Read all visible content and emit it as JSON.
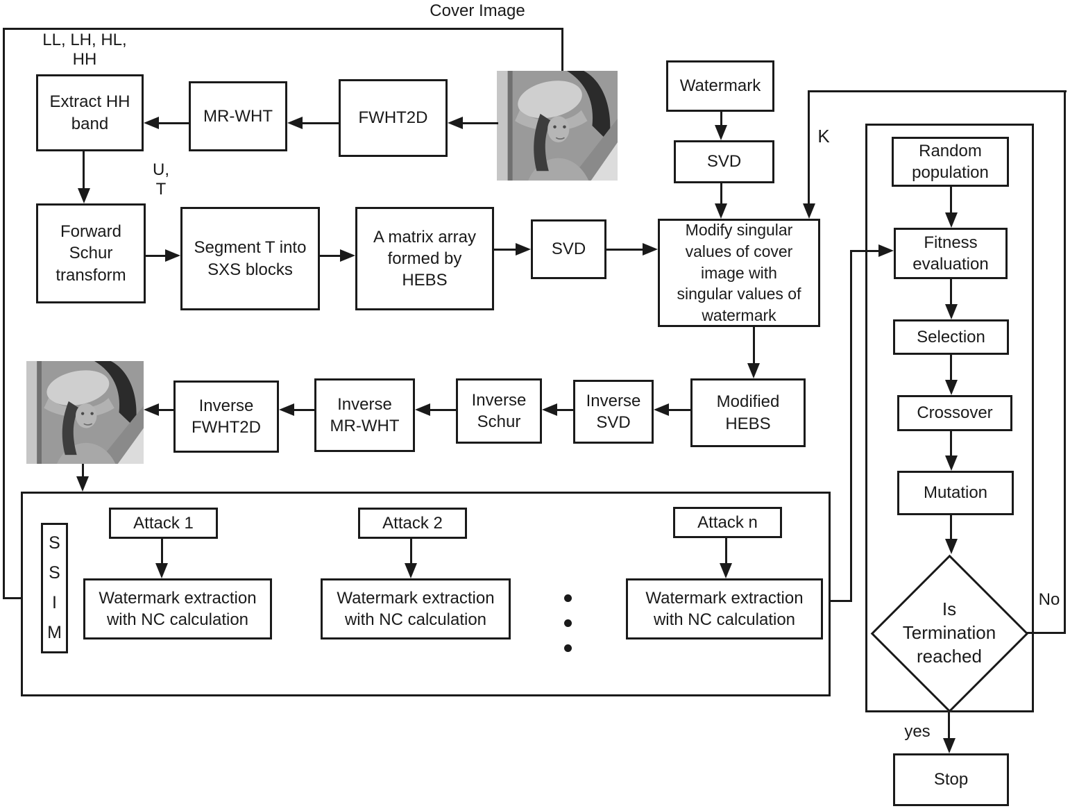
{
  "diagram": {
    "top_labels": {
      "cover_image": "Cover Image",
      "subbands": "LL, LH, HL,\nHH",
      "ut": "U,\nT",
      "k": "K"
    },
    "embedding": {
      "extract_hh": "Extract HH\nband",
      "mr_wht": "MR-WHT",
      "fwht2d": "FWHT2D",
      "watermark": "Watermark",
      "svd_watermark": "SVD",
      "forward_schur": "Forward\nSchur\ntransform",
      "segment_t": "Segment T into\nSXS blocks",
      "matrix_hebs": "A matrix array\nformed by\nHEBS",
      "svd_cover": "SVD",
      "modify": "Modify singular\nvalues of cover\nimage with\nsingular values of\nwatermark"
    },
    "reconstruction": {
      "inverse_fwht2d": "Inverse\nFWHT2D",
      "inverse_mr_wht": "Inverse\nMR-WHT",
      "inverse_schur": "Inverse\nSchur",
      "inverse_svd": "Inverse\nSVD",
      "modified_hebs": "Modified\nHEBS"
    },
    "evaluation": {
      "ssim_letters": [
        "S",
        "S",
        "I",
        "M"
      ],
      "attack_1": "Attack 1",
      "attack_2": "Attack 2",
      "attack_n": "Attack n",
      "wm_extraction": "Watermark extraction\nwith NC calculation"
    },
    "genetic_algorithm": {
      "random_population": "Random\npopulation",
      "fitness_evaluation": "Fitness\nevaluation",
      "selection": "Selection",
      "crossover": "Crossover",
      "mutation": "Mutation",
      "termination": "Is\nTermination\nreached",
      "no": "No",
      "yes": "yes",
      "stop": "Stop"
    },
    "images": {
      "cover_thumbnail": "lena-cover-image",
      "watermarked_thumbnail": "lena-watermarked-image"
    },
    "colors": {
      "line": "#1a1a1a",
      "background": "#ffffff"
    }
  }
}
